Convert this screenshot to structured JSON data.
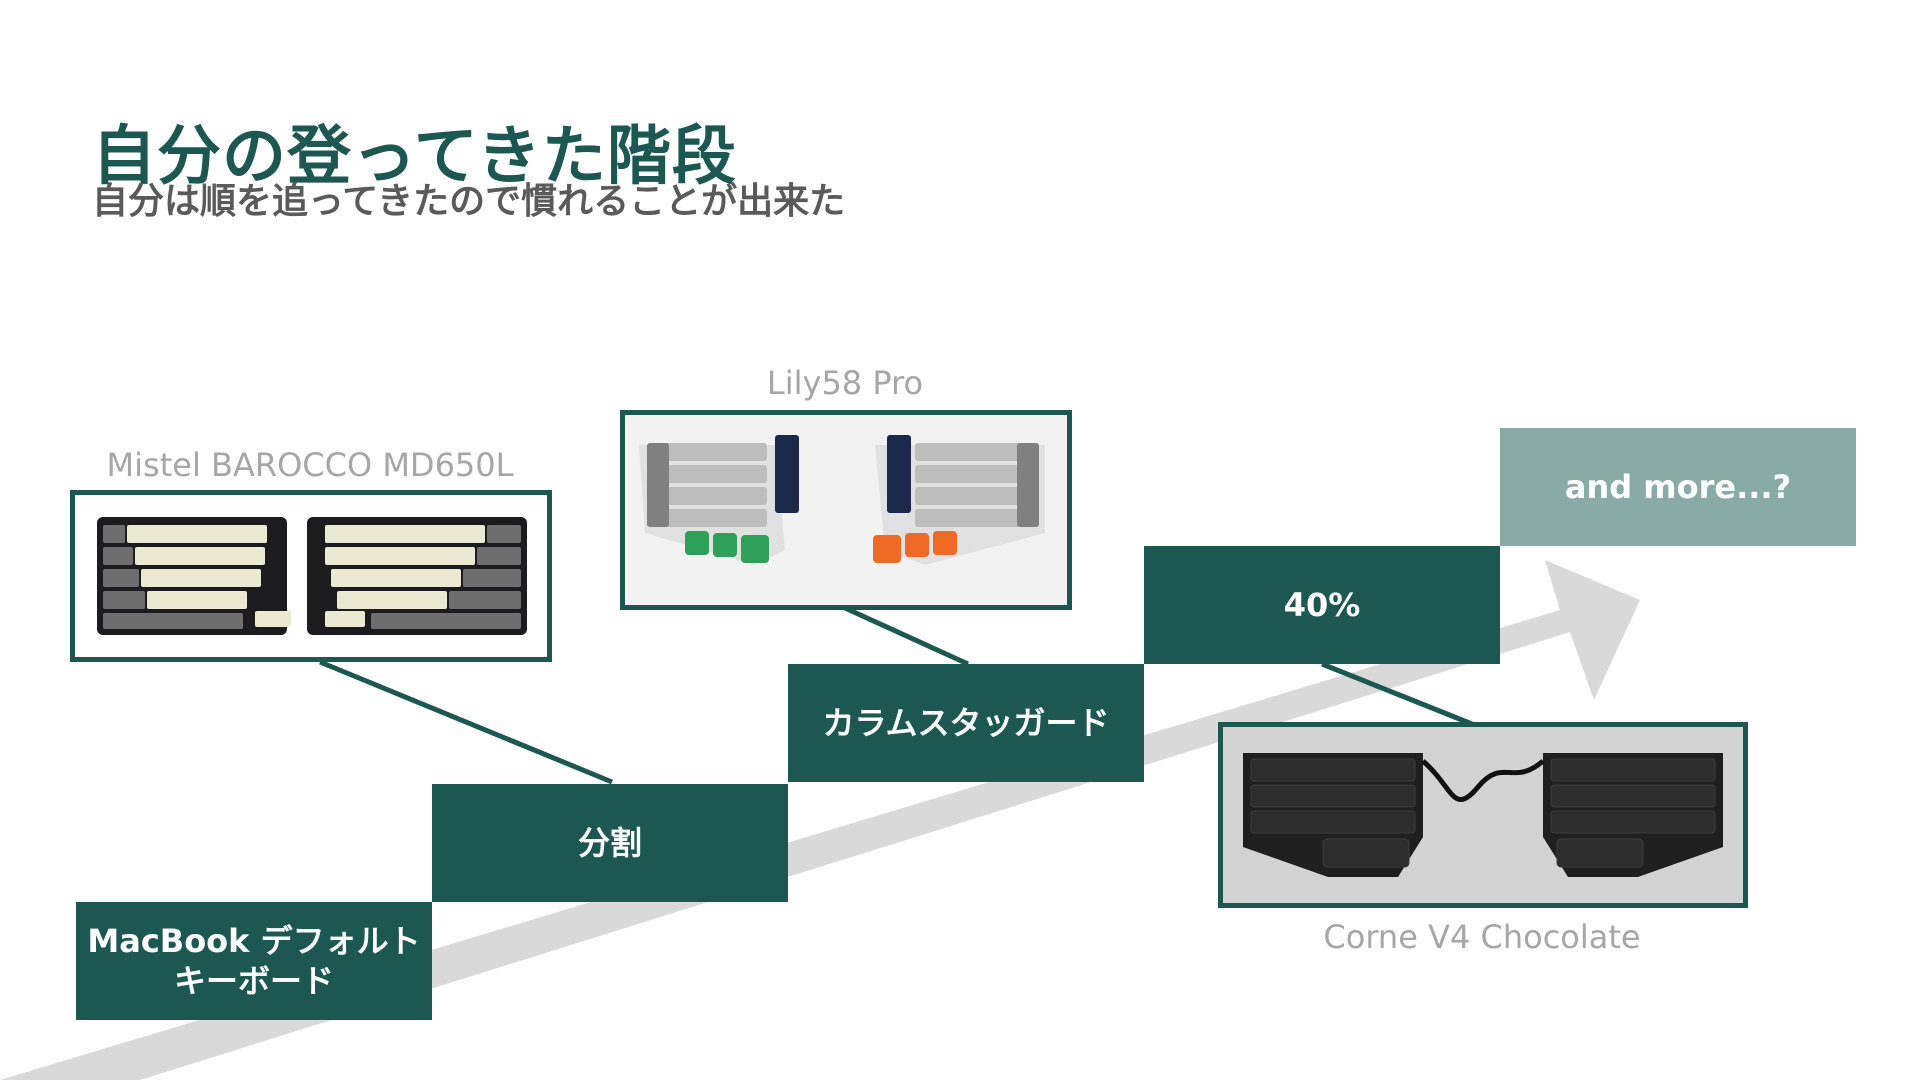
{
  "slide": {
    "title": "自分の登ってきた階段",
    "subtitle": "自分は順を追ってきたので慣れることが出来た"
  },
  "steps": [
    {
      "label": "MacBook デフォルト\nキーボード"
    },
    {
      "label": "分割"
    },
    {
      "label": "カラムスタッガード"
    },
    {
      "label": "40%"
    },
    {
      "label": "and more...?"
    }
  ],
  "keyboards": [
    {
      "caption": "Mistel BAROCCO MD650L"
    },
    {
      "caption": "Lily58 Pro"
    },
    {
      "caption": "Corne V4 Chocolate"
    }
  ],
  "colors": {
    "accent": "#1d5752",
    "accent_light": "#89aba8",
    "arrow": "#d9d9d9",
    "caption_text": "#a6a6a6",
    "subtitle_text": "#5a5a5a"
  }
}
